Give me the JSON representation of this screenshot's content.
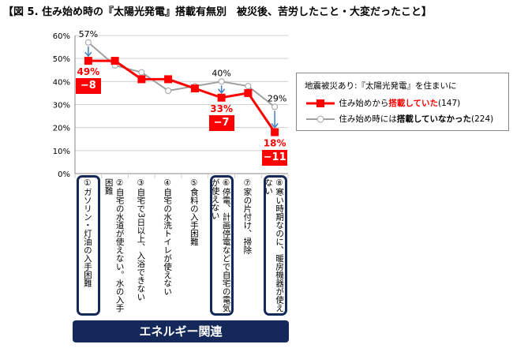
{
  "title": "【図 5. 住み始め時の『太陽光発電』搭載有無別　被災後、苦労したこと・大変だったこと】",
  "chart_data": {
    "type": "line",
    "categories": [
      "①ガソリン・灯油の入手困難",
      "②自宅の水道が使えない。水の入手困難",
      "③自宅で3日以上、入浴できない",
      "④自宅の水洗トイレが使えない",
      "⑤食料の入手困難",
      "⑥停電、計画停電などで自宅の電気が使えない",
      "⑦家の片付け、掃除",
      "⑧寒い時期なのに、暖房機器が使えない"
    ],
    "series": [
      {
        "name_prefix": "住み始めから",
        "name_emph": "搭載していた",
        "name_suffix": "(147)",
        "color": "#ff0000",
        "marker": "square",
        "values": [
          49,
          49,
          41,
          41,
          37,
          33,
          35,
          18
        ]
      },
      {
        "name_prefix": "住み始め時には",
        "name_emph": "搭載していなかった",
        "name_suffix": "(224)",
        "color": "#a0a0a0",
        "marker": "circle",
        "values": [
          57,
          47,
          44,
          36,
          38,
          40,
          38,
          29
        ]
      }
    ],
    "ylim": [
      0,
      60
    ],
    "yticks": [
      "0%",
      "10%",
      "20%",
      "30%",
      "40%",
      "50%",
      "60%"
    ],
    "grid": true,
    "legend_title": "地震被災あり:『太陽光発電』を住まいに",
    "legend_position": "right",
    "annotations": [
      {
        "category": 0,
        "gray_label": "57%",
        "red_label": "49%",
        "diff": "−8"
      },
      {
        "category": 5,
        "gray_label": "40%",
        "red_label": "33%",
        "diff": "−7"
      },
      {
        "category": 7,
        "gray_label": "29%",
        "red_label": "18%",
        "diff": "−11"
      }
    ],
    "group_label": "エネルギー関連"
  }
}
